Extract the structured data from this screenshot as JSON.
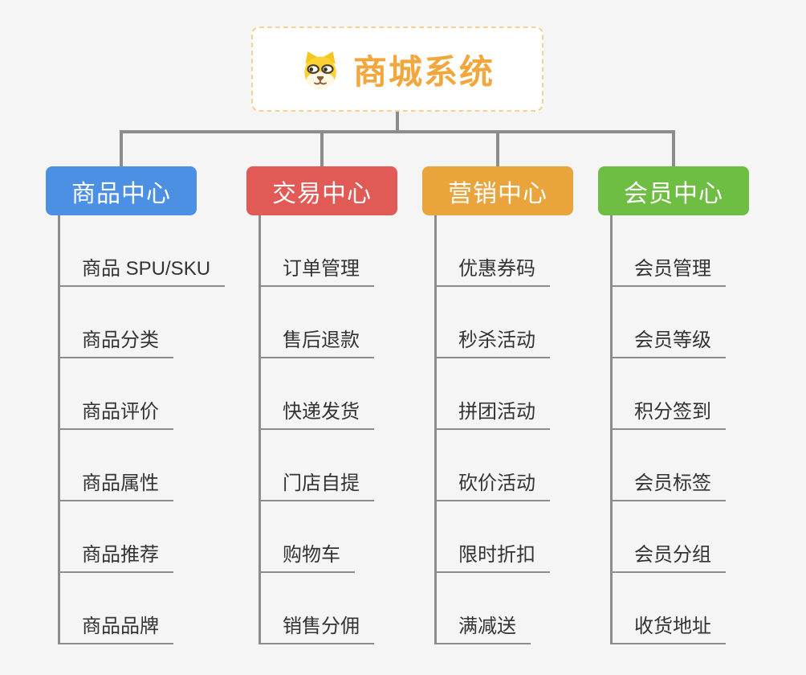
{
  "root": {
    "title": "商城系统",
    "icon": "dog-face-icon",
    "title_color": "#F2A73D",
    "border_color": "#F5D294",
    "background": "#FFFFFF"
  },
  "branches": [
    {
      "label": "商品中心",
      "color": "#4B90E2",
      "children": [
        "商品 SPU/SKU",
        "商品分类",
        "商品评价",
        "商品属性",
        "商品推荐",
        "商品品牌"
      ]
    },
    {
      "label": "交易中心",
      "color": "#E25A55",
      "children": [
        "订单管理",
        "售后退款",
        "快递发货",
        "门店自提",
        "购物车",
        "销售分佣"
      ]
    },
    {
      "label": "营销中心",
      "color": "#E9A53C",
      "children": [
        "优惠券码",
        "秒杀活动",
        "拼团活动",
        "砍价活动",
        "限时折扣",
        "满减送"
      ]
    },
    {
      "label": "会员中心",
      "color": "#6EBE44",
      "children": [
        "会员管理",
        "会员等级",
        "积分签到",
        "会员标签",
        "会员分组",
        "收货地址"
      ]
    }
  ],
  "colors": {
    "connector": "#8C8C8C",
    "child_text": "#333333",
    "canvas_background": "#F5F5F6"
  }
}
